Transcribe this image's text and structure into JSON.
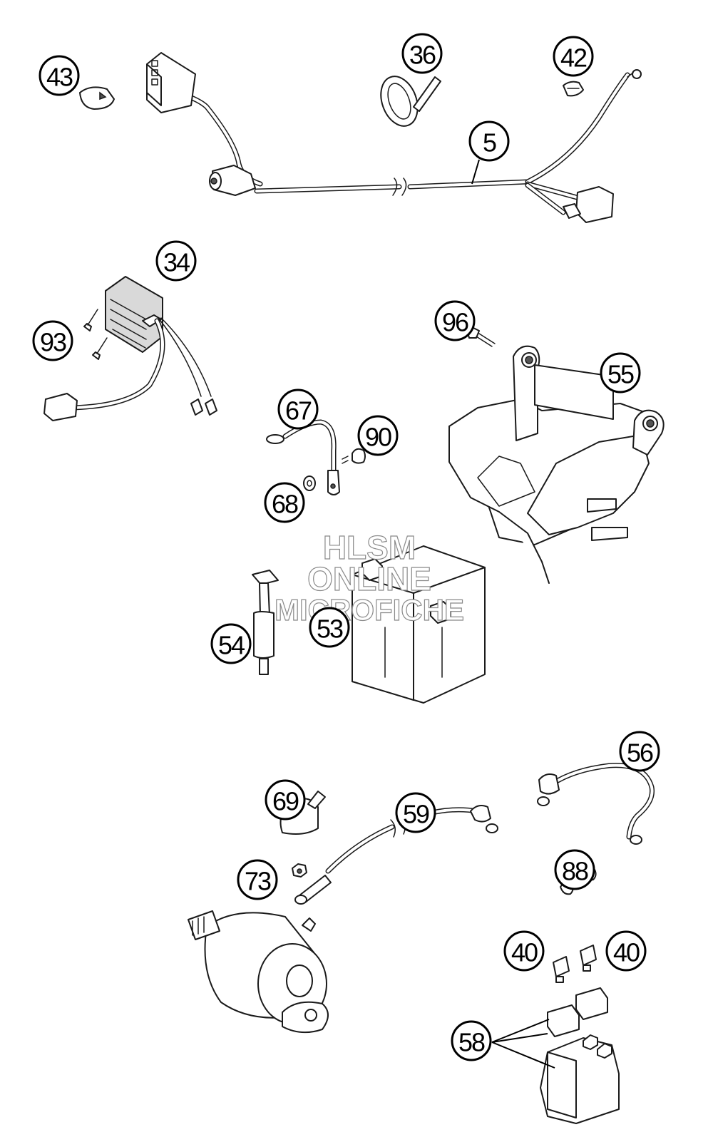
{
  "watermark": {
    "line1": "HLSM",
    "line2": "ONLINE",
    "line3": "MICROFICHE"
  },
  "callouts": [
    {
      "id": "c43",
      "label": "43"
    },
    {
      "id": "c36",
      "label": "36"
    },
    {
      "id": "c42",
      "label": "42"
    },
    {
      "id": "c5",
      "label": "5"
    },
    {
      "id": "c34",
      "label": "34"
    },
    {
      "id": "c93",
      "label": "93"
    },
    {
      "id": "c96",
      "label": "96"
    },
    {
      "id": "c55",
      "label": "55"
    },
    {
      "id": "c67",
      "label": "67"
    },
    {
      "id": "c90",
      "label": "90"
    },
    {
      "id": "c68",
      "label": "68"
    },
    {
      "id": "c54",
      "label": "54"
    },
    {
      "id": "c53",
      "label": "53"
    },
    {
      "id": "c56",
      "label": "56"
    },
    {
      "id": "c69",
      "label": "69"
    },
    {
      "id": "c59",
      "label": "59"
    },
    {
      "id": "c73",
      "label": "73"
    },
    {
      "id": "c88",
      "label": "88"
    },
    {
      "id": "c40a",
      "label": "40"
    },
    {
      "id": "c40b",
      "label": "40"
    },
    {
      "id": "c58",
      "label": "58"
    }
  ]
}
